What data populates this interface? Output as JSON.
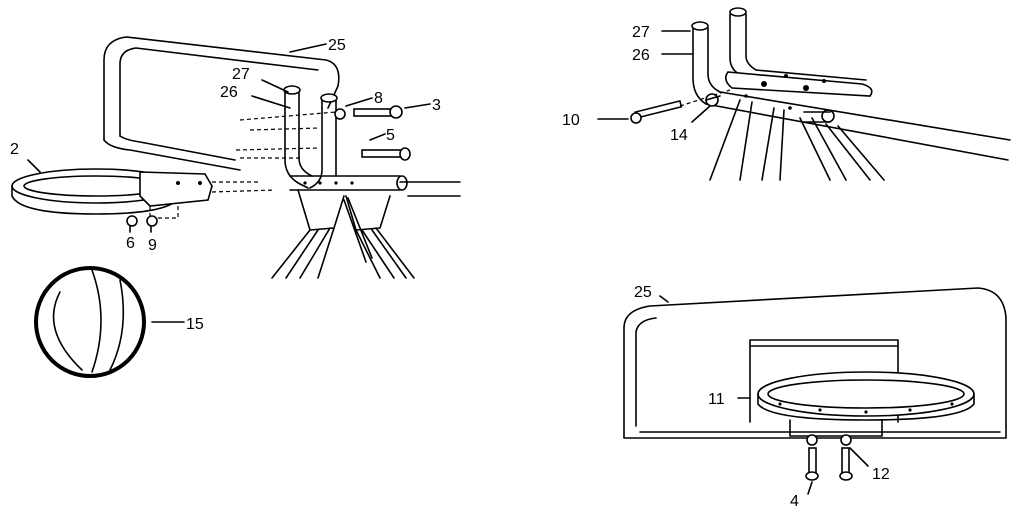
{
  "labels": {
    "top_left": {
      "backboard": "25",
      "post_27": "27",
      "post_26": "26",
      "part_8": "8",
      "part_3": "3",
      "part_5": "5",
      "rim": "2",
      "part_6": "6",
      "part_9": "9",
      "ball": "15"
    },
    "top_right": {
      "post_27": "27",
      "post_26": "26",
      "part_10": "10",
      "part_14": "14"
    },
    "bottom_right": {
      "backboard": "25",
      "part_11": "11",
      "part_12": "12",
      "part_4": "4"
    }
  }
}
